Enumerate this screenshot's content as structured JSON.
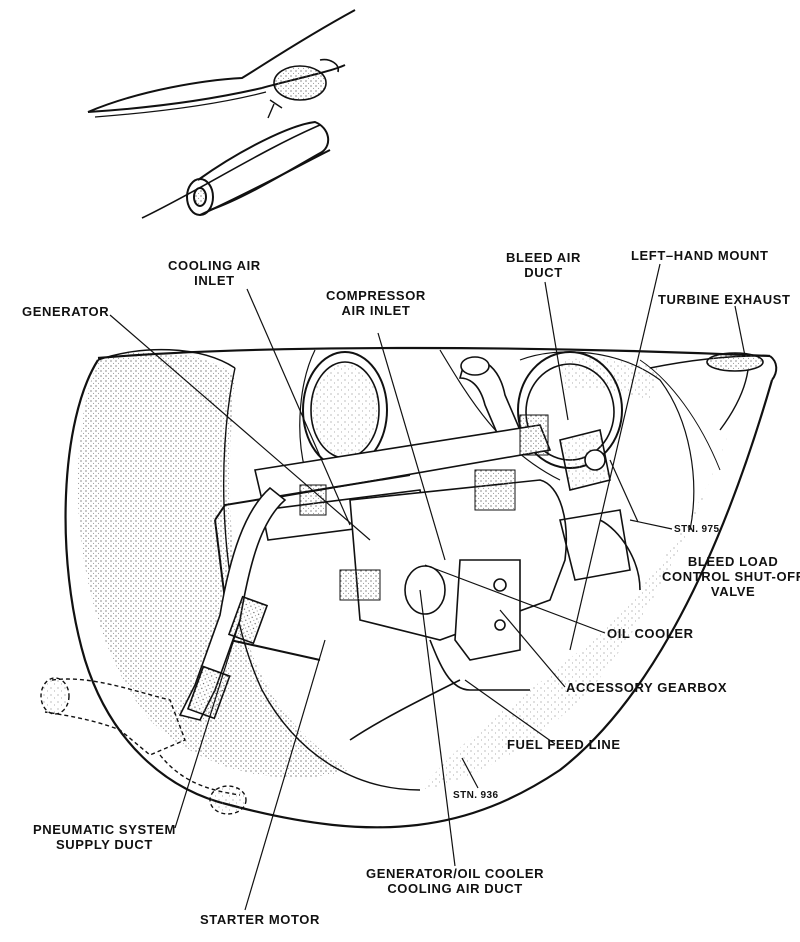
{
  "labels": {
    "cooling_air_inlet": [
      "COOLING AIR",
      "INLET"
    ],
    "compressor_air_inlet": [
      "COMPRESSOR",
      "AIR INLET"
    ],
    "bleed_air_duct": [
      "BLEED AIR",
      "DUCT"
    ],
    "left_hand_mount": "LEFT–HAND MOUNT",
    "generator": "GENERATOR",
    "turbine_exhaust": "TURBINE EXHAUST",
    "stn_975": "STN. 975",
    "bleed_load_valve": [
      "BLEED LOAD",
      "CONTROL SHUT-OFF",
      "VALVE"
    ],
    "oil_cooler": "OIL COOLER",
    "accessory_gearbox": "ACCESSORY GEARBOX",
    "fuel_feed_line": "FUEL FEED LINE",
    "stn_936": "STN. 936",
    "pneumatic_duct": [
      "PNEUMATIC SYSTEM",
      "SUPPLY DUCT"
    ],
    "gen_oil_cooler_duct": [
      "GENERATOR/OIL COOLER",
      "COOLING AIR DUCT"
    ],
    "starter_motor": "STARTER MOTOR"
  },
  "colors": {
    "ink": "#111111",
    "stipple": "#8a8a8a",
    "paper": "#ffffff"
  }
}
